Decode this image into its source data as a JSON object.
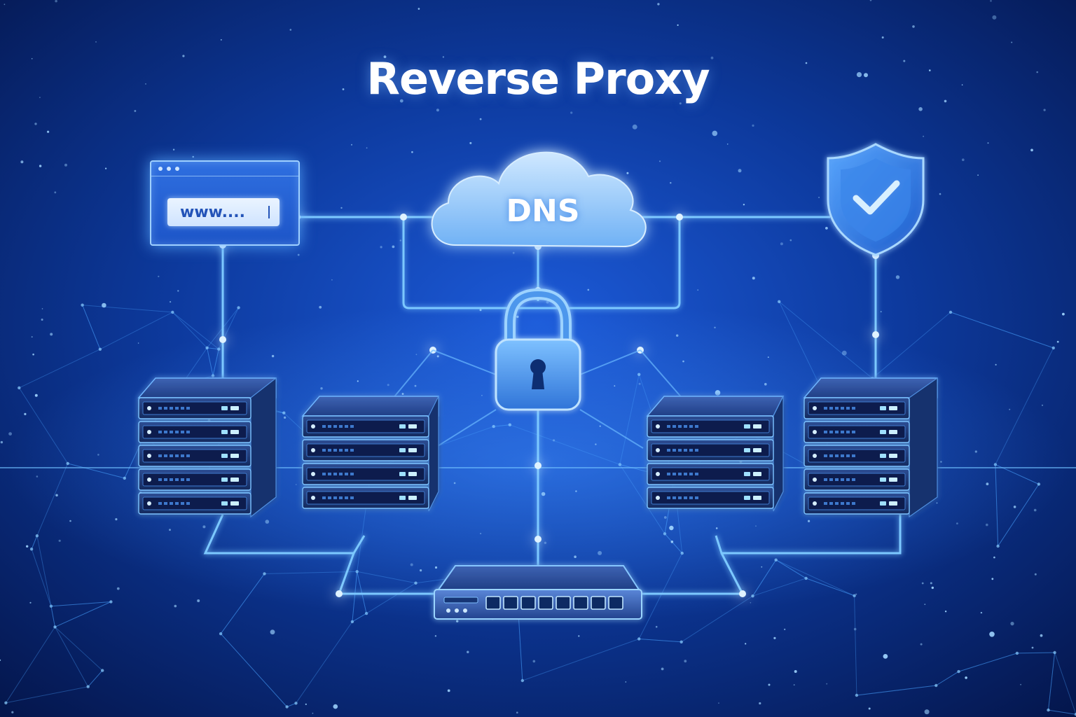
{
  "title": "Reverse Proxy",
  "browser": {
    "url_text": "www...."
  },
  "dns": {
    "label": "DNS"
  },
  "icons": {
    "browser": "browser-window-icon",
    "cloud": "cloud-icon",
    "lock": "padlock-icon",
    "shield": "shield-check-icon",
    "switch": "network-switch-icon",
    "server": "server-rack-icon"
  },
  "colors": {
    "background_top": "#0a2a78",
    "background_bottom": "#04154a",
    "glow": "#5ab8ff",
    "accent": "#8fd2ff"
  },
  "servers": {
    "left_outer_units": 5,
    "left_inner_units": 4,
    "right_inner_units": 4,
    "right_outer_units": 5
  },
  "switch_ports": 8
}
